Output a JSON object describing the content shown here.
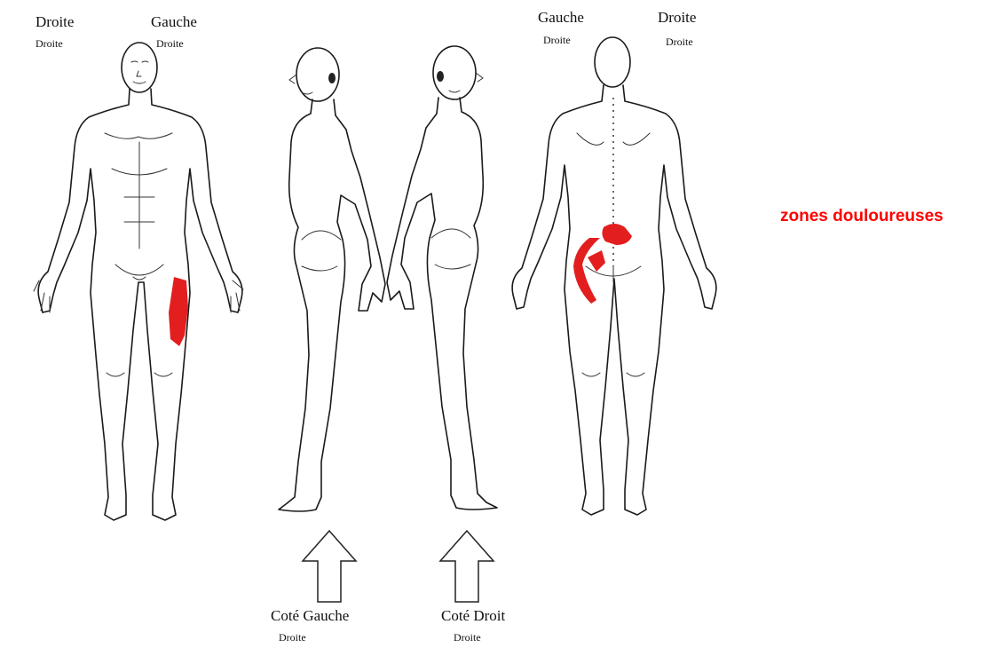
{
  "legend": {
    "text": "zones douloureuses",
    "color": "#ff0000"
  },
  "front_view": {
    "label_left": "Droite",
    "label_left_sub": "",
    "label_right": "Gauche",
    "label_right_sub": "Droite"
  },
  "first_top_sub": "Droite",
  "back_view": {
    "label_left": "Gauche",
    "label_left_sub": "Droite",
    "label_right": "Droite",
    "label_right_sub": "Droite"
  },
  "side_left": {
    "caption": "Coté Gauche",
    "caption_sub": "Droite"
  },
  "side_right": {
    "caption": "Coté Droit",
    "caption_sub": "Droite"
  },
  "colors": {
    "pain": "#e31e1e",
    "outline": "#1a1a1a"
  }
}
